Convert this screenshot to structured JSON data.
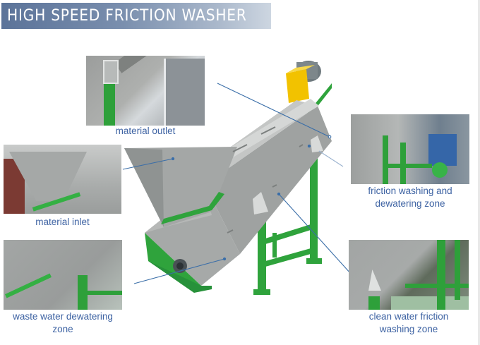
{
  "title": "HIGH SPEED FRICTION WASHER",
  "colors": {
    "title_bar_start": "#5b7399",
    "title_bar_end": "#cdd6e1",
    "caption_text": "#3e63a3",
    "leader_line": "#3a6ea8",
    "machine_green": "#2fa33c",
    "motor_yellow": "#f2c200",
    "steel": "#a9aba9"
  },
  "callouts": [
    {
      "id": "material-outlet",
      "caption_lines": [
        "material outlet"
      ]
    },
    {
      "id": "material-inlet",
      "caption_lines": [
        "material inlet"
      ]
    },
    {
      "id": "waste-water-dewatering-zone",
      "caption_lines": [
        "waste water dewatering",
        "zone"
      ]
    },
    {
      "id": "friction-washing-dewatering-zone",
      "caption_lines": [
        "friction washing and",
        "dewatering zone"
      ]
    },
    {
      "id": "clean-water-friction-washing-zone",
      "caption_lines": [
        "clean water friction",
        "washing zone"
      ]
    }
  ],
  "main_image": {
    "subject": "inclined friction washer machine"
  }
}
